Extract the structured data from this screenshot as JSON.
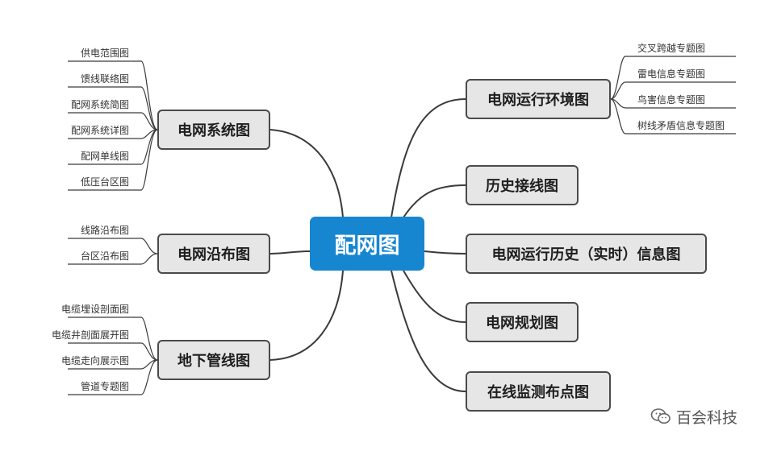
{
  "center": {
    "label": "配网图"
  },
  "left_branches": [
    {
      "label": "电网系统图",
      "leaves": [
        "供电范围图",
        "馈线联络图",
        "配网系统简图",
        "配网系统详图",
        "配网单线图",
        "低压台区图"
      ]
    },
    {
      "label": "电网沿布图",
      "leaves": [
        "线路沿布图",
        "台区沿布图"
      ]
    },
    {
      "label": "地下管线图",
      "leaves": [
        "电缆埋设剖面图",
        "电缆井剖面展开图",
        "电缆走向展示图",
        "管道专题图"
      ]
    }
  ],
  "right_branches": [
    {
      "label": "电网运行环境图",
      "leaves": [
        "交叉跨越专题图",
        "雷电信息专题图",
        "鸟害信息专题图",
        "树线矛盾信息专题图"
      ]
    },
    {
      "label": "历史接线图",
      "leaves": []
    },
    {
      "label": "电网运行历史（实时）信息图",
      "leaves": []
    },
    {
      "label": "电网规划图",
      "leaves": []
    },
    {
      "label": "在线监测布点图",
      "leaves": []
    }
  ],
  "watermark": {
    "icon": "wechat-icon",
    "text": "百会科技"
  },
  "colors": {
    "center_fill": "#1786d0",
    "node_fill": "#e6e6e6",
    "node_border": "#4a4a4a",
    "line": "#3a3a3a"
  }
}
